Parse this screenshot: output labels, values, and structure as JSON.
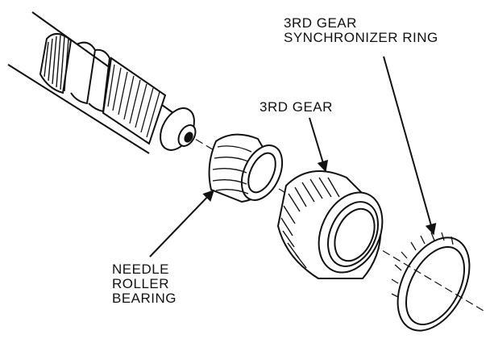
{
  "diagram": {
    "labels": {
      "synchronizer_ring": [
        "3RD GEAR",
        "SYNCHRONIZER RING"
      ],
      "third_gear": [
        "3RD GEAR"
      ],
      "needle_roller_bearing": [
        "NEEDLE",
        "ROLLER",
        "BEARING"
      ]
    },
    "colors": {
      "ink": "#111111",
      "paper": "#ffffff"
    }
  }
}
